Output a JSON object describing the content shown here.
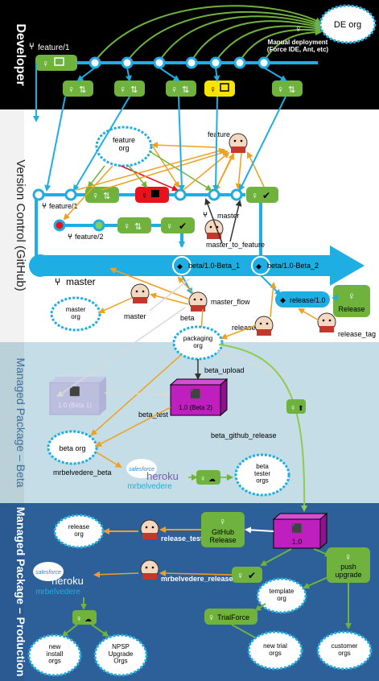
{
  "lanes": [
    {
      "label": "Developer",
      "color": "#000000",
      "text_color": "#ffffff"
    },
    {
      "label": "Version Control (GitHub)",
      "color": "#ffffff",
      "text_color": "#222222"
    },
    {
      "label": "Managed Package – Beta",
      "color": "#c4dde6",
      "text_color": "#3d6f9c"
    },
    {
      "label": "Managed Package – Production",
      "color": "#2d5f99",
      "text_color": "#ffffff"
    }
  ],
  "colors": {
    "green": "#6fb33e",
    "blue_line": "#1faee3",
    "magenta": "#bf1fbf",
    "purple_ghost": "#b49ad6",
    "red": "#e8131a",
    "yellow": "#f7e400",
    "orange_arrow": "#f0a020",
    "dark_arrow": "#333333",
    "light_green_arrow": "#8ecb4f"
  },
  "clouds": {
    "de_org": "DE org",
    "feature_org": "feature\norg",
    "master_org": "master\norg",
    "packaging_org": "packaging\norg",
    "beta_org": "beta org",
    "beta_tester_orgs": "beta\ntester\norgs",
    "release_org": "release\norg",
    "template_org": "template\norg",
    "new_trial_orgs": "new trial\norgs",
    "customer_orgs": "customer\norgs",
    "new_install_orgs": "new\ninstall\norgs",
    "npsp_upgrade_orgs": "NPSP\nUpgrade\nOrgs"
  },
  "labels": {
    "feature_1_dev": "feature/1",
    "manual_deployment": "Manual deployment\n(Force IDE, Ant, etc)",
    "feature_branch_job": "feature",
    "feature_1_vc": "feature/1",
    "feature_2_vc": "feature/2",
    "master_small": "master",
    "master_to_feature": "master_to_feature",
    "master_branch": "master",
    "beta_tag_1": "beta/1.0-Beta_1",
    "beta_tag_2": "beta/1.0-Beta_2",
    "release_tag_pill": "release/1.0",
    "release_btn": "Release",
    "release_tag_job": "release_tag",
    "master_flow": "master_flow",
    "master_job": "master",
    "beta_job": "beta",
    "release_job": "release",
    "beta_upload": "beta_upload",
    "beta_test": "beta_test",
    "beta_github_release": "beta_github_release",
    "pkg_beta_1": "1.0 (Beta 1)",
    "pkg_beta_2": "1.0 (Beta 2)",
    "mrbelvedere_beta": "mrbelvedere_beta",
    "salesforce": "salesforce",
    "heroku": "heroku",
    "mrbelvedere": "mrbelvedere",
    "pkg_release": "1.0",
    "release_test": "release_test",
    "github_release": "GitHub\nRelease",
    "push_upgrade": "push\nupgrade",
    "mrbelvedere_release": "mrbelvedere_release",
    "trialforce": "TrialForce"
  }
}
